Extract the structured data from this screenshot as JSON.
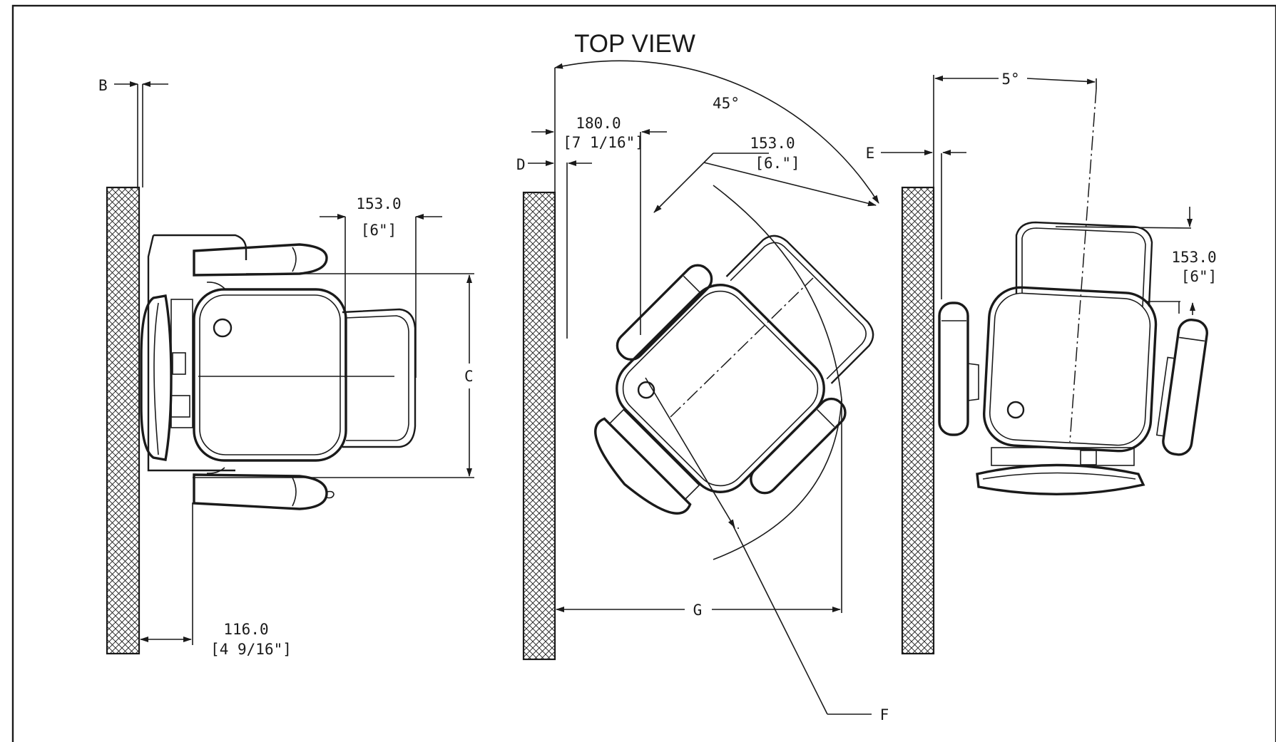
{
  "title": "TOP VIEW",
  "colors": {
    "line": "#1a1a1a",
    "background": "#ffffff"
  },
  "left_view": {
    "label_b": "B",
    "label_c": "C",
    "dim_depth_mm": "153.0",
    "dim_depth_in": "[6\"]",
    "dim_offset_mm": "116.0",
    "dim_offset_in": "[4 9/16\"]"
  },
  "center_view": {
    "angle": "45°",
    "label_d": "D",
    "label_g": "G",
    "label_f": "F",
    "dim_gap_mm": "180.0",
    "dim_gap_in": "[7 1/16\"]",
    "dim_depth_mm": "153.0",
    "dim_depth_in": "[6.\"]"
  },
  "right_view": {
    "angle": "5°",
    "label_e": "E",
    "dim_depth_mm": "153.0",
    "dim_depth_in": "[6\"]"
  }
}
